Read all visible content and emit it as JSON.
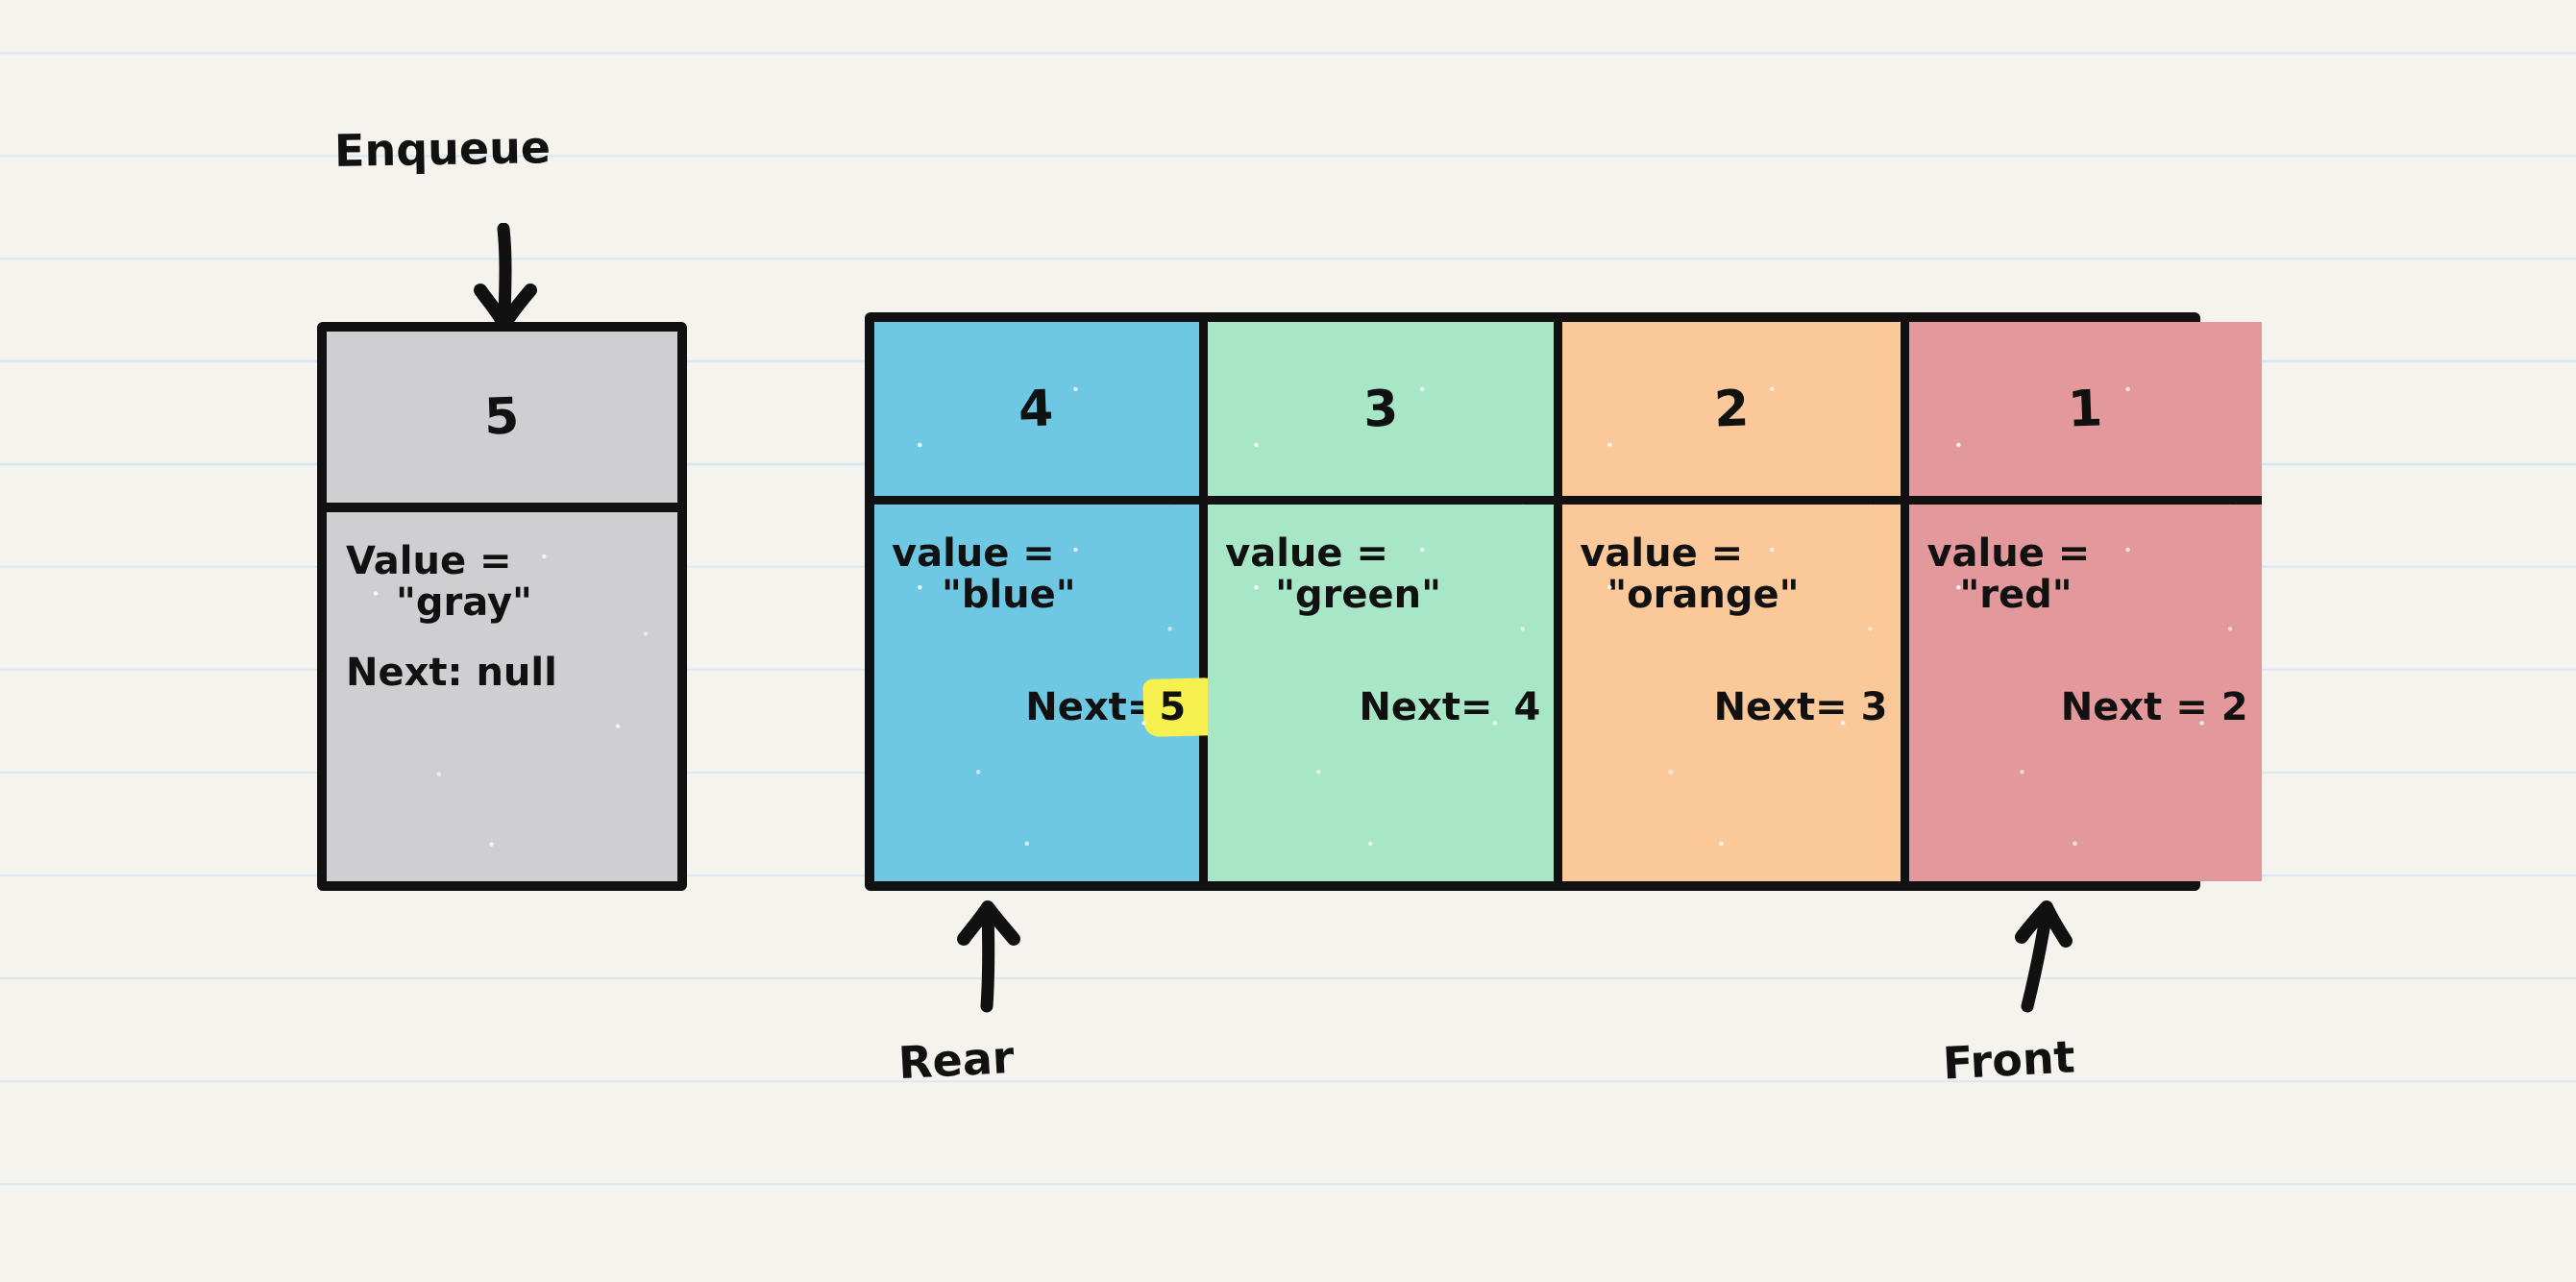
{
  "diagram": {
    "title_label": "Enqueue",
    "rear_label": "Rear",
    "front_label": "Front",
    "colors": {
      "paper": "#f4f3ee",
      "rule": "#d7e7f4",
      "ink": "#111111",
      "gray": "#cfcfd1",
      "blue": "#6fc8e3",
      "green": "#a8e6c8",
      "orange": "#fbc89a",
      "red": "#e3989b",
      "highlight": "#f7f14f"
    }
  },
  "enqueue_node": {
    "index": "5",
    "value_line": "Value =",
    "value_name": "\"gray\"",
    "next_line": "Next: null",
    "color": "#cfcfd1"
  },
  "queue": {
    "nodes": [
      {
        "index": "4",
        "value_line": "value =",
        "value_name": "\"blue\"",
        "next_label": "Next=",
        "next_value": "5",
        "next_highlighted": true,
        "color": "#6fc8e3"
      },
      {
        "index": "3",
        "value_line": "value =",
        "value_name": "\"green\"",
        "next_label": "Next=",
        "next_value": "4",
        "next_highlighted": false,
        "color": "#a8e6c8"
      },
      {
        "index": "2",
        "value_line": "value =",
        "value_name": "\"orange\"",
        "next_label": "Next=",
        "next_value": "3",
        "next_highlighted": false,
        "color": "#fbc89a"
      },
      {
        "index": "1",
        "value_line": "value =",
        "value_name": "\"red\"",
        "next_label": "Next =",
        "next_value": "2",
        "next_highlighted": false,
        "color": "#e3989b"
      }
    ]
  }
}
